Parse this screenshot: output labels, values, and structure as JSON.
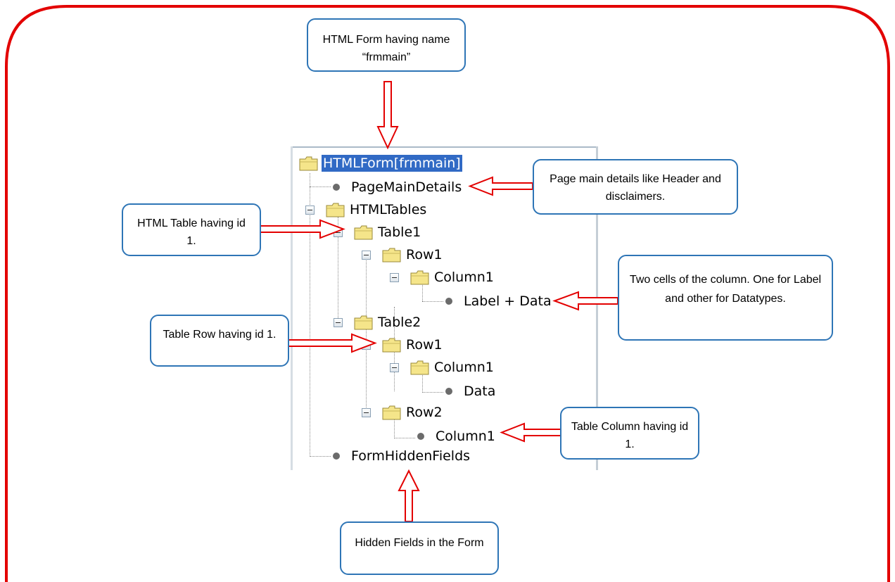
{
  "tree": {
    "root": "HTMLForm[frmmain]",
    "page_main_details": "PageMainDetails",
    "html_tables": "HTMLTables",
    "table1": "Table1",
    "table1_row1": "Row1",
    "table1_row1_column1": "Column1",
    "label_data": "Label + Data",
    "table2": "Table2",
    "table2_row1": "Row1",
    "table2_row1_column1": "Column1",
    "data": "Data",
    "table2_row2": "Row2",
    "table2_row2_column1": "Column1",
    "form_hidden_fields": "FormHiddenFields"
  },
  "callouts": {
    "form": "HTML Form having name “frmmain”",
    "page_main": "Page main details like Header and disclaimers.",
    "html_table": "HTML Table having id 1.",
    "two_cells": "Two cells of the column. One for Label and other for Datatypes.",
    "table_row": "Table Row having id 1.",
    "table_column": "Table Column having id 1.",
    "hidden_fields": "Hidden Fields in the Form"
  },
  "colors": {
    "frame": "#e30000",
    "arrow": "#e30000",
    "callout_border": "#2e75b6",
    "selection": "#316ac5",
    "folder": "#f5e58a"
  },
  "icons": [
    "folder-icon",
    "leaf-node-icon",
    "collapse-icon"
  ]
}
